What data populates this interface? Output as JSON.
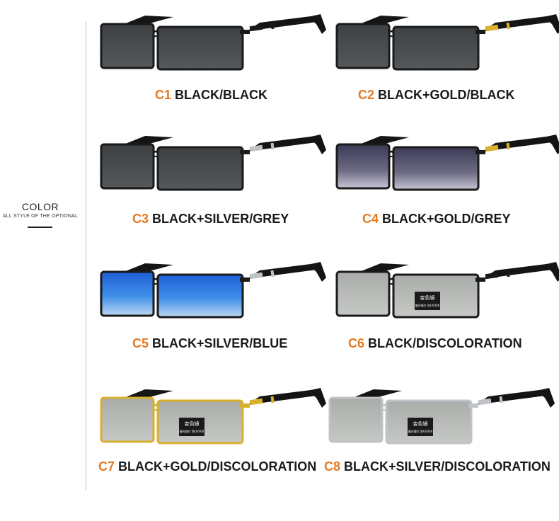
{
  "sidebar": {
    "title": "COLOR",
    "subtitle": "ALL STYLE OF THE OPTIONAL"
  },
  "lens_badge": {
    "title": "变色镜",
    "subtitle": "偏光镜片 防UV400"
  },
  "colors": {
    "accent_orange": "#e57a1f",
    "frame_black": "#1a1a1a",
    "gold": "#d9b02c",
    "silver": "#bfc3c7"
  },
  "items": [
    {
      "code": "C1",
      "name": "BLACK/BLACK",
      "frame": "black",
      "temple_accent": "black",
      "lens": "dark-grey"
    },
    {
      "code": "C2",
      "name": "BLACK+GOLD/BLACK",
      "frame": "black",
      "temple_accent": "gold",
      "lens": "dark-grey"
    },
    {
      "code": "C3",
      "name": "BLACK+SILVER/GREY",
      "frame": "black",
      "temple_accent": "silver",
      "lens": "dark-grey"
    },
    {
      "code": "C4",
      "name": "BLACK+GOLD/GREY",
      "frame": "black",
      "temple_accent": "gold",
      "lens": "gradient-grey"
    },
    {
      "code": "C5",
      "name": "BLACK+SILVER/BLUE",
      "frame": "black",
      "temple_accent": "silver",
      "lens": "gradient-blue"
    },
    {
      "code": "C6",
      "name": "BLACK/DISCOLORATION",
      "frame": "black",
      "temple_accent": "black",
      "lens": "photochromic"
    },
    {
      "code": "C7",
      "name": "BLACK+GOLD/DISCOLORATION",
      "frame": "gold",
      "temple_accent": "gold",
      "lens": "photochromic"
    },
    {
      "code": "C8",
      "name": "BLACK+SILVER/DISCOLORATION",
      "frame": "silver",
      "temple_accent": "silver",
      "lens": "photochromic"
    }
  ]
}
